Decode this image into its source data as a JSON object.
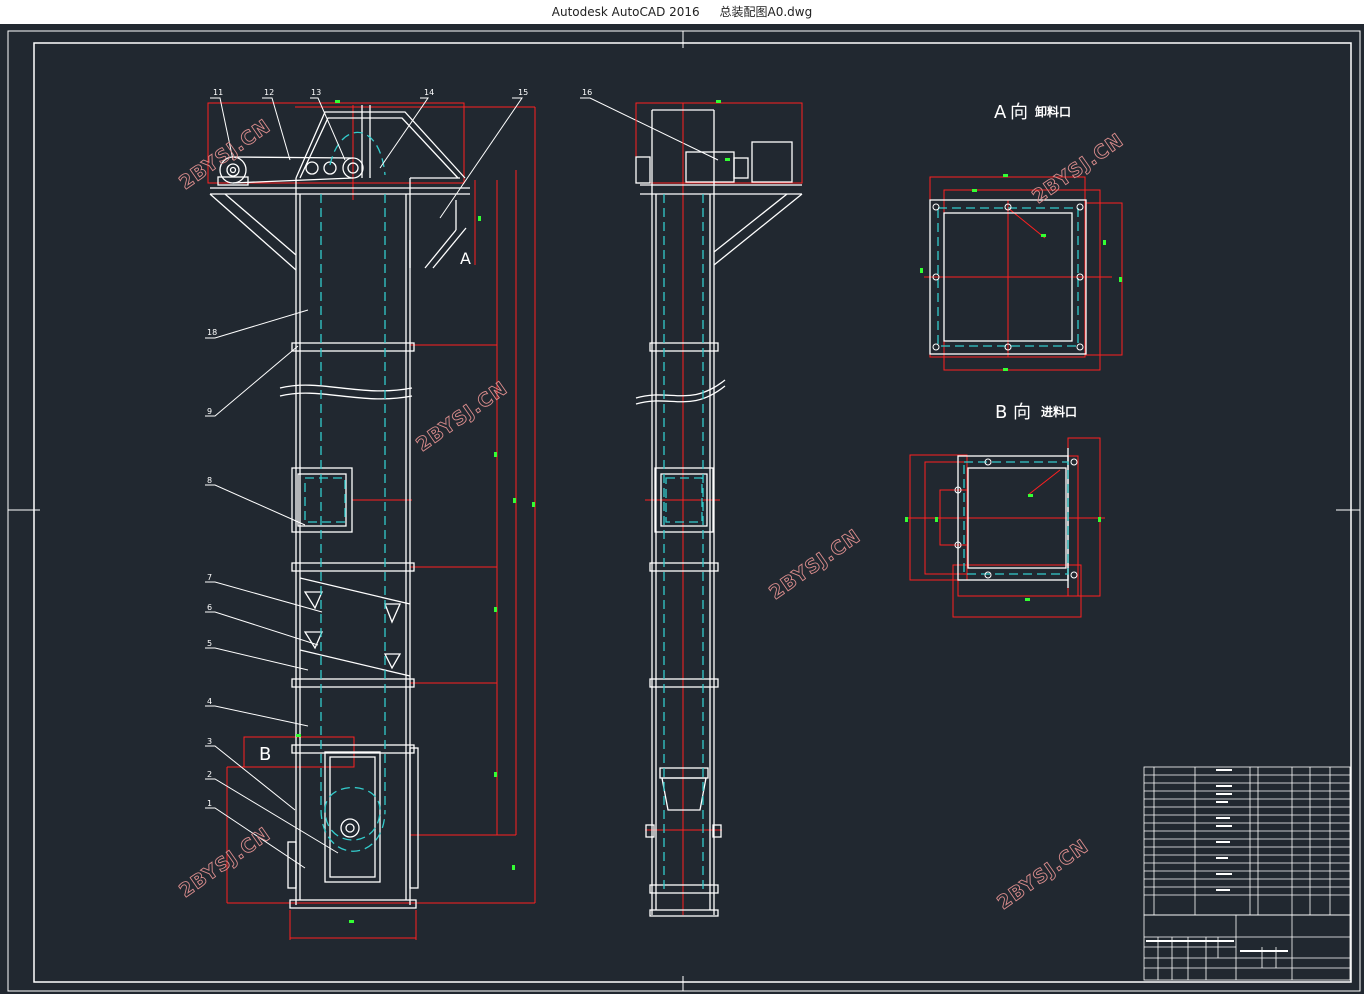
{
  "window": {
    "app_name": "Autodesk AutoCAD 2016",
    "file_name": "总装配图A0.dwg"
  },
  "views": {
    "view_a_letter": "A",
    "view_a_dir": "向",
    "view_a_caption": "卸料口",
    "view_b_letter": "B",
    "view_b_dir": "向",
    "view_b_caption": "进料口",
    "callout_a": "A",
    "callout_b": "B"
  },
  "part_numbers": [
    "1",
    "2",
    "3",
    "4",
    "5",
    "6",
    "7",
    "8",
    "9",
    "18",
    "11",
    "12",
    "13",
    "14",
    "15",
    "16"
  ],
  "watermark": "2BYSJ.CN",
  "colors": {
    "background": "#212830",
    "frame": "#ffffff",
    "outline": "#ffffff",
    "dimension": "#ff2020",
    "hidden": "#33cccc",
    "dim_text": "#33ff33"
  }
}
